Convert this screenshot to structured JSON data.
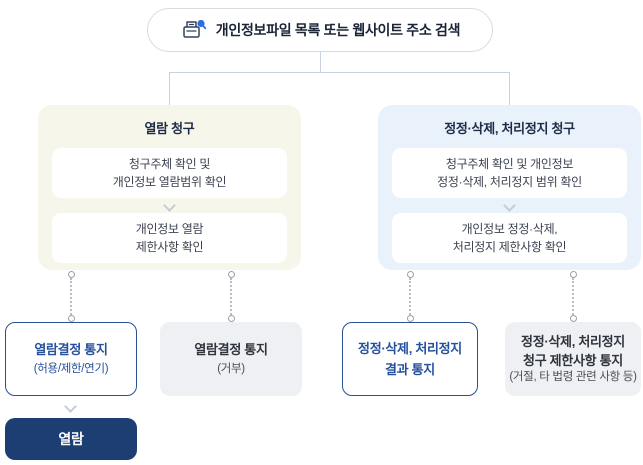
{
  "header": {
    "search_label": "개인정보파일 목록 또는 웹사이트 주소 검색",
    "icon": "document-search-icon"
  },
  "left_panel": {
    "title": "열람 청구",
    "steps": [
      {
        "lines": [
          "청구주체 확인 및",
          "개인정보 열람범위 확인"
        ]
      },
      {
        "lines": [
          "개인정보 열람",
          "제한사항 확인"
        ]
      }
    ]
  },
  "right_panel": {
    "title": "정정·삭제, 처리정지 청구",
    "steps": [
      {
        "lines": [
          "청구주체 확인 및 개인정보",
          "정정·삭제, 처리정지 범위 확인"
        ]
      },
      {
        "lines": [
          "개인정보 정정·삭제,",
          "처리정지 제한사항 확인"
        ]
      }
    ]
  },
  "outcomes": [
    {
      "style": "outlined",
      "title_lines": [
        "열람결정 통지"
      ],
      "note": "(허용/제한/연기)"
    },
    {
      "style": "gray",
      "title_lines": [
        "열람결정 통지"
      ],
      "note": "(거부)"
    },
    {
      "style": "outlined",
      "title_lines": [
        "정정·삭제, 처리정지",
        "결과 통지"
      ],
      "note": ""
    },
    {
      "style": "gray",
      "title_lines": [
        "정정·삭제, 처리정지",
        "청구 제한사항 통지"
      ],
      "note": "(거절, 타 법령 관련 사항 등)"
    }
  ],
  "final": {
    "label": "열람"
  },
  "colors": {
    "accent_blue": "#24509c",
    "navy": "#1d3e73",
    "icon_blue": "#2d6fe0",
    "left_panel_bg": "#f6f6ea",
    "right_panel_bg": "#e9f1fa",
    "gray_box_bg": "#eef0f3",
    "connector_line": "#c9d2e0"
  }
}
